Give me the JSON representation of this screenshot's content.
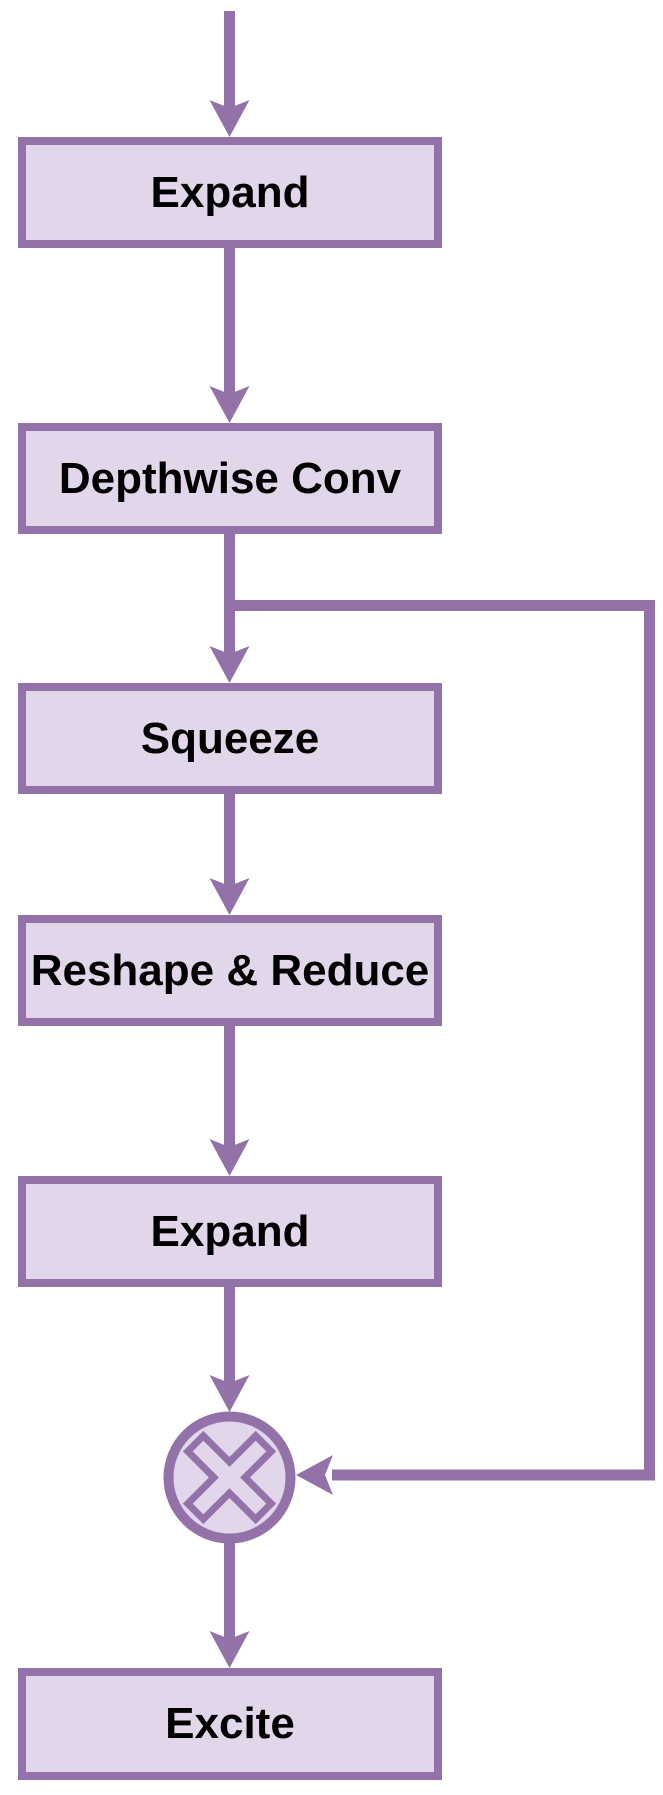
{
  "diagram": {
    "type": "flowchart",
    "description": "Squeeze-and-Excitation / MBConv block diagram with multiplicative skip connection",
    "nodes": {
      "expand1": {
        "label": "Expand"
      },
      "depthwise": {
        "label": "Depthwise Conv"
      },
      "squeeze": {
        "label": "Squeeze"
      },
      "reshape": {
        "label": "Reshape & Reduce"
      },
      "expand2": {
        "label": "Expand"
      },
      "multiply": {
        "label": "",
        "icon": "multiply-icon",
        "operator": "elementwise-multiply"
      },
      "excite": {
        "label": "Excite"
      }
    },
    "edges": [
      "input -> expand1",
      "expand1 -> depthwise",
      "depthwise -> squeeze",
      "depthwise -> multiply (skip connection, right side)",
      "squeeze -> reshape",
      "reshape -> expand2",
      "expand2 -> multiply",
      "multiply -> excite"
    ],
    "colors": {
      "accent": "#9372a9",
      "fill": "#e1d6ea",
      "text": "#000000",
      "background": "#ffffff"
    }
  }
}
